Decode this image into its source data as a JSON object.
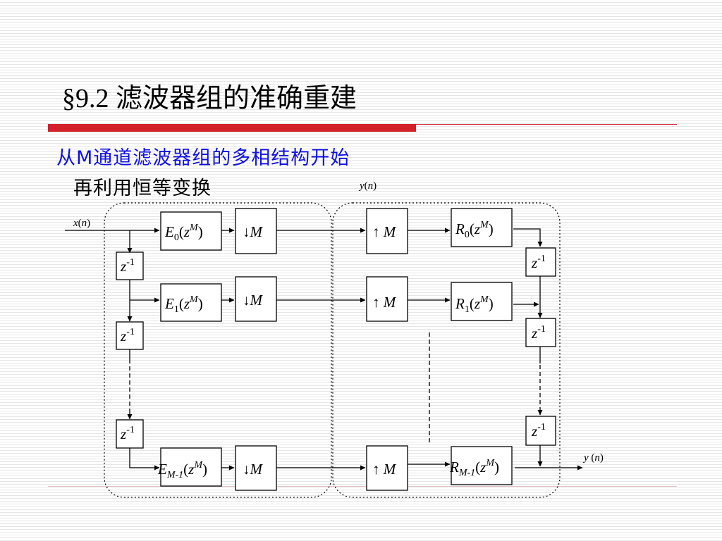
{
  "slide": {
    "title": "§9.2 滤波器组的准确重建",
    "subtitle_blue": "从M通道滤波器组的多相结构开始",
    "subtitle_black": "再利用恒等变换"
  },
  "colors": {
    "title_bar": "#d3202a",
    "subtitle_blue": "#1010e0",
    "stripe": "#e6e6e6"
  },
  "diagram": {
    "input": {
      "sym": "x",
      "arg": "n"
    },
    "output_top": {
      "sym": "y",
      "arg": "n"
    },
    "output": {
      "sym": "y",
      "arg": "n"
    },
    "delay": {
      "z": "z",
      "exp": "-1"
    },
    "analysis": [
      {
        "E": "E",
        "sub": "0",
        "z": "z",
        "sup": "M"
      },
      {
        "E": "E",
        "sub": "1",
        "z": "z",
        "sup": "M"
      },
      {
        "E": "E",
        "sub": "M-1",
        "z": "z",
        "sup": "M"
      }
    ],
    "down": "↓M",
    "up": "↑ M",
    "synthesis": [
      {
        "R": "R",
        "sub": "0",
        "z": "z",
        "sup": "M"
      },
      {
        "R": "R",
        "sub": "1",
        "z": "z",
        "sup": "M"
      },
      {
        "R": "R",
        "sub": "M-1",
        "z": "z",
        "sup": "M"
      }
    ]
  }
}
